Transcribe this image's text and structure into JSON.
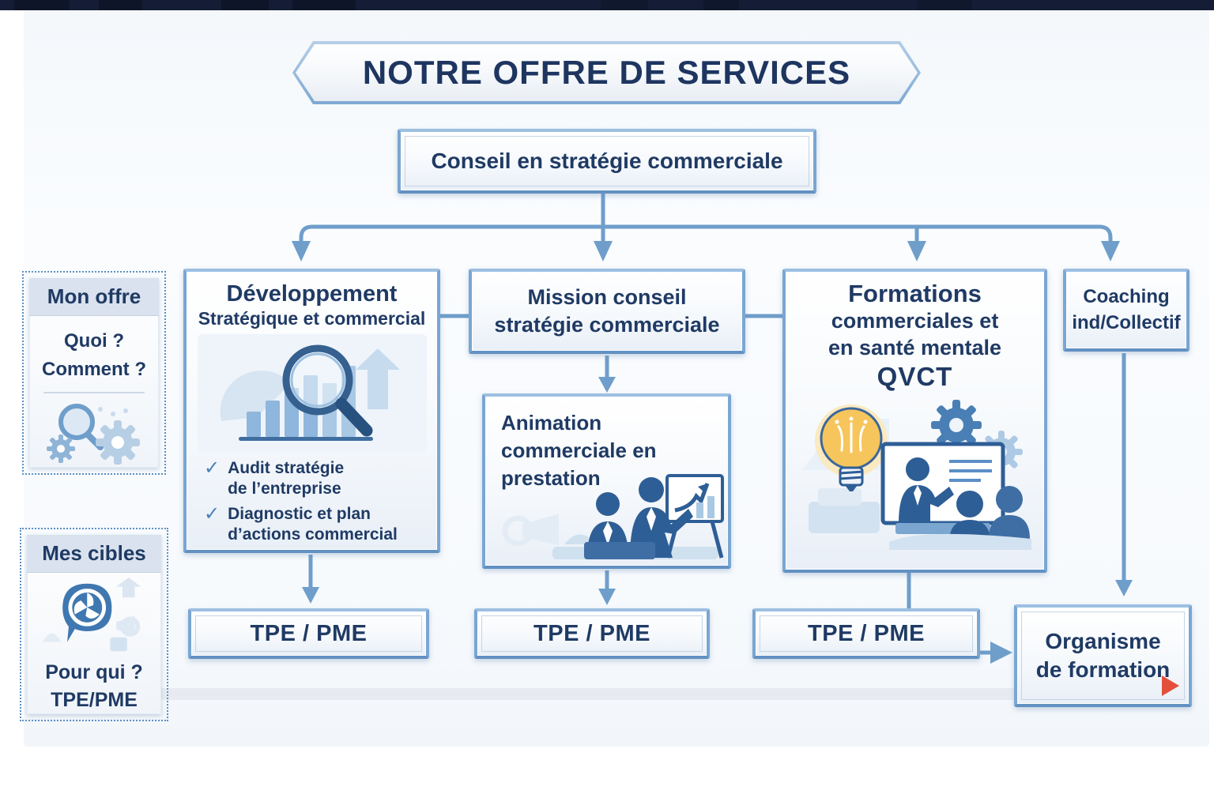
{
  "page": {
    "title": "NOTRE OFFRE DE SERVICES"
  },
  "root": {
    "label": "Conseil en stratégie commerciale"
  },
  "sidebar": {
    "offer": {
      "header": "Mon offre",
      "q1": "Quoi ?",
      "q2": "Comment ?",
      "icons": [
        "magnifier-icon",
        "gear-icon"
      ]
    },
    "targets": {
      "header": "Mes cibles",
      "q1": "Pour qui ?",
      "q2": "TPE/PME",
      "icons": [
        "speech-bubble-target-icon"
      ]
    }
  },
  "branches": {
    "dev": {
      "title1": "Développement",
      "title2": "Stratégique et commercial",
      "check": "✓",
      "items": [
        {
          "lines": [
            "Audit stratégie",
            "de l’entreprise"
          ]
        },
        {
          "lines": [
            "Diagnostic et plan",
            "d’actions commercial"
          ]
        }
      ],
      "illustration": "bar-chart-magnifier-icon"
    },
    "mission": {
      "title1": "Mission conseil",
      "title2": "stratégie commerciale",
      "sub_lines": [
        "Animation",
        "commerciale en",
        "prestation"
      ],
      "sub_illustration": "presenters-flipchart-icon"
    },
    "formations": {
      "lines": [
        "Formations",
        "commerciales et",
        "en santé mentale",
        "QVCT"
      ],
      "illustration": "lightbulb-gears-training-icon"
    },
    "coaching": {
      "title1": "Coaching",
      "title2": "ind/Collectif"
    }
  },
  "targets_row": {
    "t1": "TPE / PME",
    "t2": "TPE / PME",
    "t3": "TPE / PME",
    "t4_lines": [
      "Organisme",
      "de formation"
    ]
  },
  "colors": {
    "border_blue": "#7aa6d2",
    "arrow_blue": "#6f9ecb",
    "text_navy": "#1f3a64",
    "bulb_yellow": "#f2c14e",
    "alert_red": "#e2503c"
  }
}
